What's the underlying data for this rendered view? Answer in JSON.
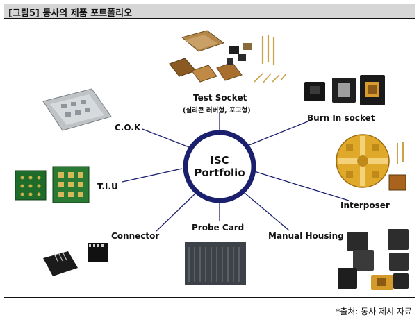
{
  "header": {
    "title": "[그림5] 동사의 제품 포트폴리오"
  },
  "hub": {
    "line1": "ISC",
    "line2": "Portfolio",
    "ring_color": "#1a1f6e"
  },
  "products": {
    "test_socket": {
      "label": "Test Socket",
      "sublabel": "(실리콘 러버형, 포고형)"
    },
    "burn_in_socket": {
      "label": "Burn In socket"
    },
    "cok": {
      "label": "C.O.K"
    },
    "tiu": {
      "label": "T.I.U"
    },
    "interposer": {
      "label": "Interposer"
    },
    "connector": {
      "label": "Connector"
    },
    "probe_card": {
      "label": "Probe Card"
    },
    "manual_housing": {
      "label": "Manual Housing"
    }
  },
  "footer": {
    "source": "*출처: 동사 제시 자료"
  }
}
